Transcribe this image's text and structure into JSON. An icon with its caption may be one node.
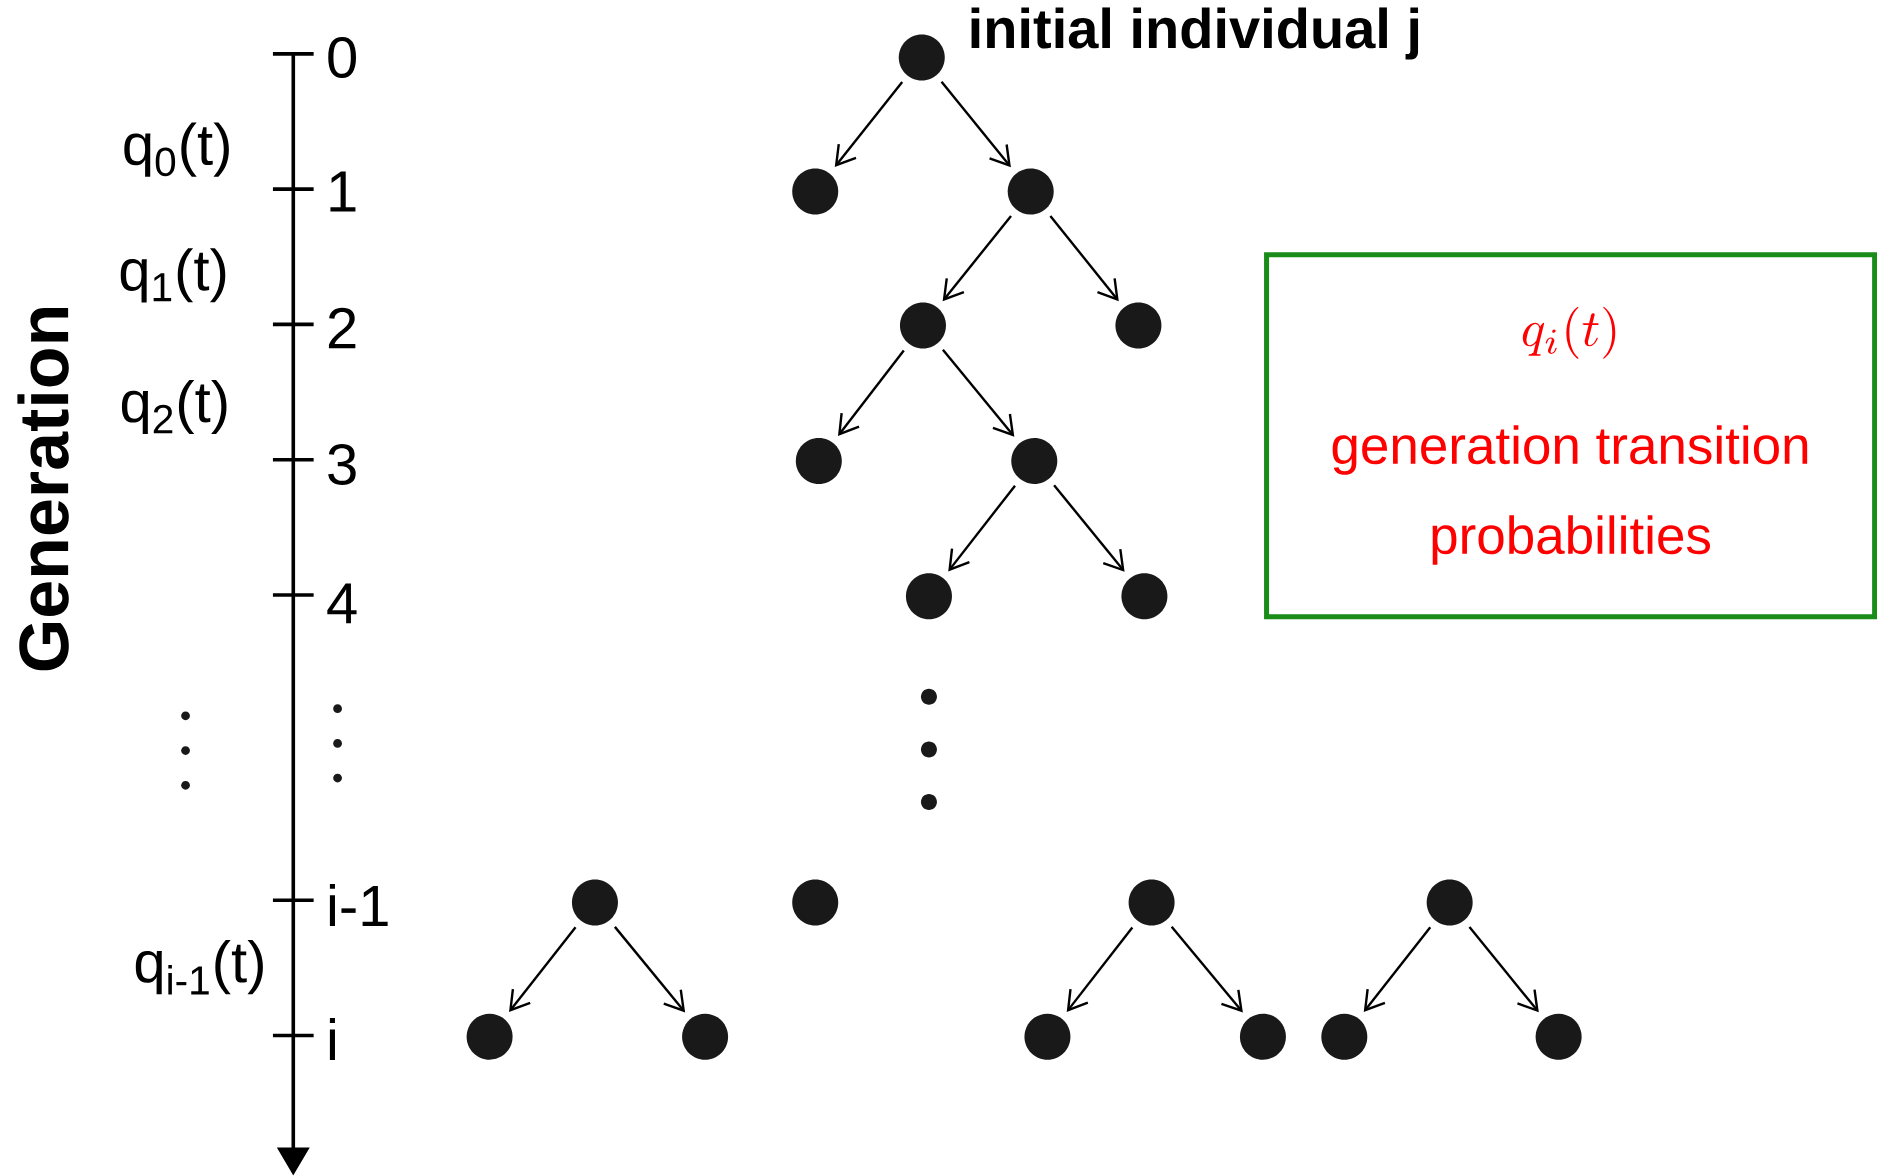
{
  "diagram": {
    "nodes": [
      {
        "text": [],
        "shape": "circle",
        "beside": [
          "initial individual j"
        ]
      },
      {
        "text": [],
        "shape": "circle"
      },
      {
        "text": [],
        "shape": "circle"
      },
      {
        "text": [],
        "shape": "circle"
      },
      {
        "text": [],
        "shape": "circle"
      },
      {
        "text": [],
        "shape": "circle"
      },
      {
        "text": [],
        "shape": "circle"
      },
      {
        "text": [],
        "shape": "circle"
      },
      {
        "text": [],
        "shape": "circle"
      },
      {
        "text": [],
        "shape": "circle"
      },
      {
        "text": [],
        "shape": "circle"
      },
      {
        "text": [],
        "shape": "circle"
      },
      {
        "text": [],
        "shape": "circle"
      },
      {
        "text": [],
        "shape": "circle"
      },
      {
        "text": [],
        "shape": "circle"
      },
      {
        "text": [],
        "shape": "circle"
      },
      {
        "text": [],
        "shape": "circle"
      },
      {
        "text": [],
        "shape": "circle"
      },
      {
        "text": [],
        "shape": "circle"
      },
      {
        "text": [
          "q_i(t)",
          "generation transition probabilities"
        ]
      }
    ],
    "edges": [
      {
        "from": 0,
        "to": 1,
        "arrow": "to"
      },
      {
        "from": 0,
        "to": 2,
        "arrow": "to"
      },
      {
        "from": 2,
        "to": 3,
        "arrow": "to"
      },
      {
        "from": 2,
        "to": 4,
        "arrow": "to"
      },
      {
        "from": 3,
        "to": 5,
        "arrow": "to"
      },
      {
        "from": 3,
        "to": 6,
        "arrow": "to"
      },
      {
        "from": 6,
        "to": 7,
        "arrow": "to"
      },
      {
        "from": 6,
        "to": 8,
        "arrow": "to"
      },
      {
        "from": 10,
        "to": 13,
        "arrow": "to"
      },
      {
        "from": 10,
        "to": 14,
        "arrow": "to"
      },
      {
        "from": 11,
        "to": 15,
        "arrow": "to"
      },
      {
        "from": 11,
        "to": 16,
        "arrow": "to"
      },
      {
        "from": 12,
        "to": 17,
        "arrow": "to"
      },
      {
        "from": 12,
        "to": 18,
        "arrow": "to"
      }
    ],
    "labels": [
      "Generation",
      "0",
      "q$_{0}$(t)",
      "1",
      "q$_{1}$(t)",
      "2",
      "q$_{2}$(t)",
      "3",
      "4",
      "i-1",
      "q$_{i-1}$(t)",
      "i"
    ]
  }
}
